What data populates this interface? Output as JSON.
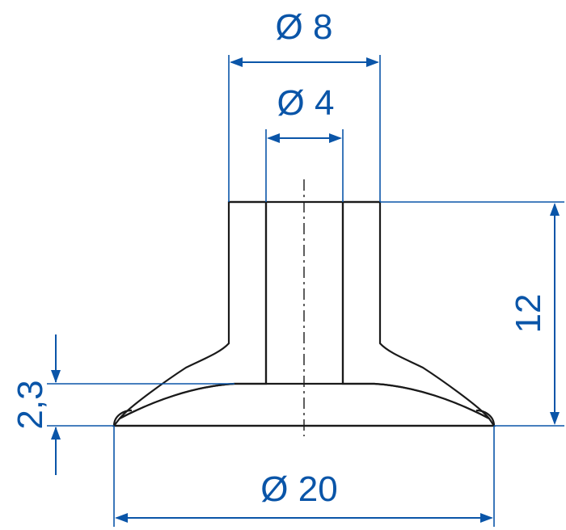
{
  "dimensions": {
    "outer_top_diameter": "Ø 8",
    "inner_bore_diameter": "Ø 4",
    "total_height": "12",
    "lip_height": "2,3",
    "base_diameter": "Ø 20"
  },
  "colors": {
    "dimension": "#0a55a8",
    "outline": "#1a1a1a"
  }
}
